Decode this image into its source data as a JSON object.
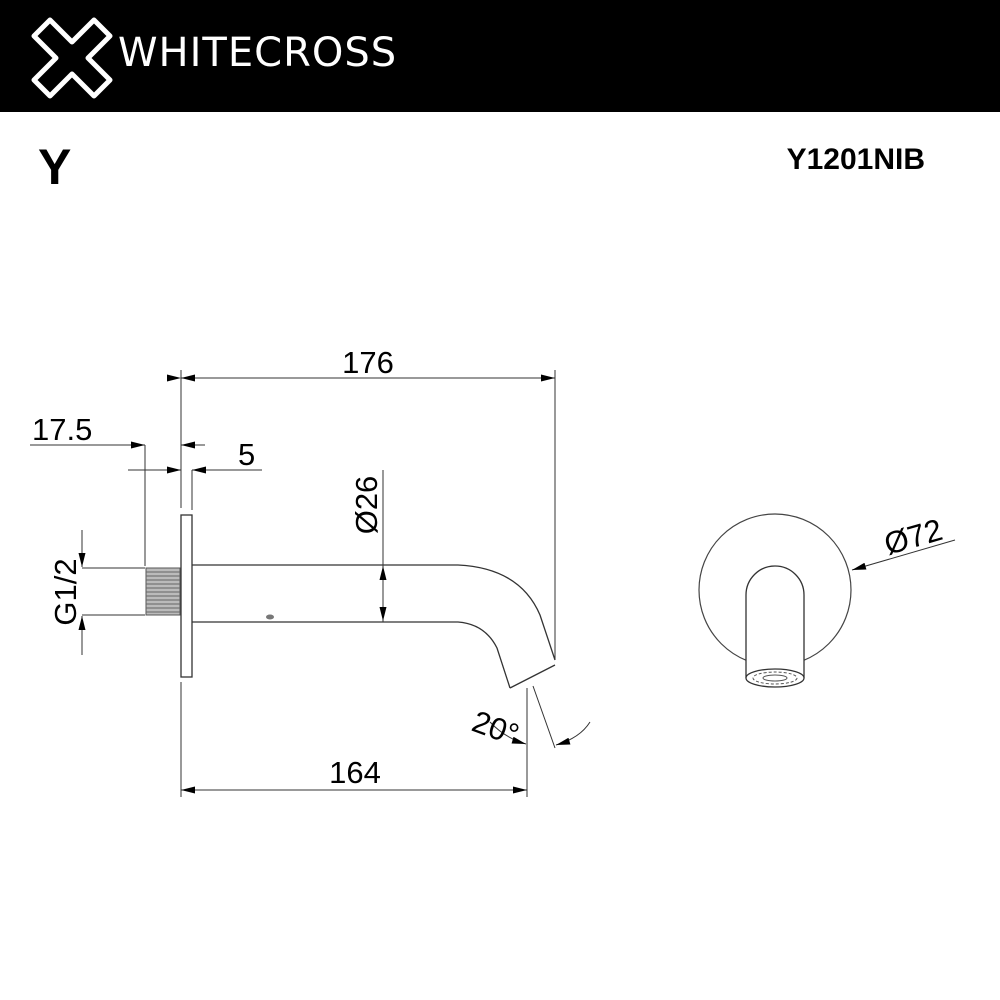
{
  "header": {
    "brand": "WHITECROSS",
    "logo_icon": "cross-outline-logo"
  },
  "product": {
    "series": "Y",
    "code": "Y1201NIB"
  },
  "dimensions": {
    "overall_length": "176",
    "thread_length": "17.5",
    "flange_thickness": "5",
    "pipe_diameter": "Ø26",
    "thread_size": "G1/2",
    "projection": "164",
    "angle": "20°",
    "flange_diameter": "Ø72"
  }
}
